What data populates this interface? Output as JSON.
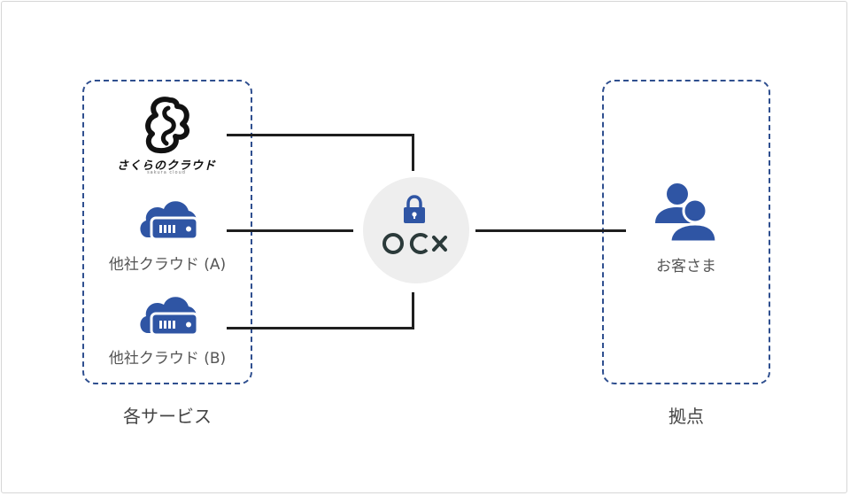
{
  "groups": {
    "services": {
      "label": "各サービス"
    },
    "site": {
      "label": "拠点"
    }
  },
  "nodes": {
    "sakura": {
      "name": "さくらのクラウド",
      "subtitle": "sakura cloud"
    },
    "cloud_a": {
      "label": "他社クラウド (A)"
    },
    "cloud_b": {
      "label": "他社クラウド (B)"
    },
    "customer": {
      "label": "お客さま"
    }
  },
  "hub": {
    "logo_text": "OCX"
  },
  "icons": {
    "sakura_logo": "sakura-cloud-logo",
    "cloud_server": "cloud-server-icon",
    "lock": "lock-icon",
    "users": "users-icon"
  },
  "colors": {
    "accent_blue": "#2f55a4",
    "dashed_border": "#2f4f8f",
    "connector": "#1f1f1f",
    "hub_bg": "#eeeeee",
    "logo_dark": "#2b3a3a"
  }
}
